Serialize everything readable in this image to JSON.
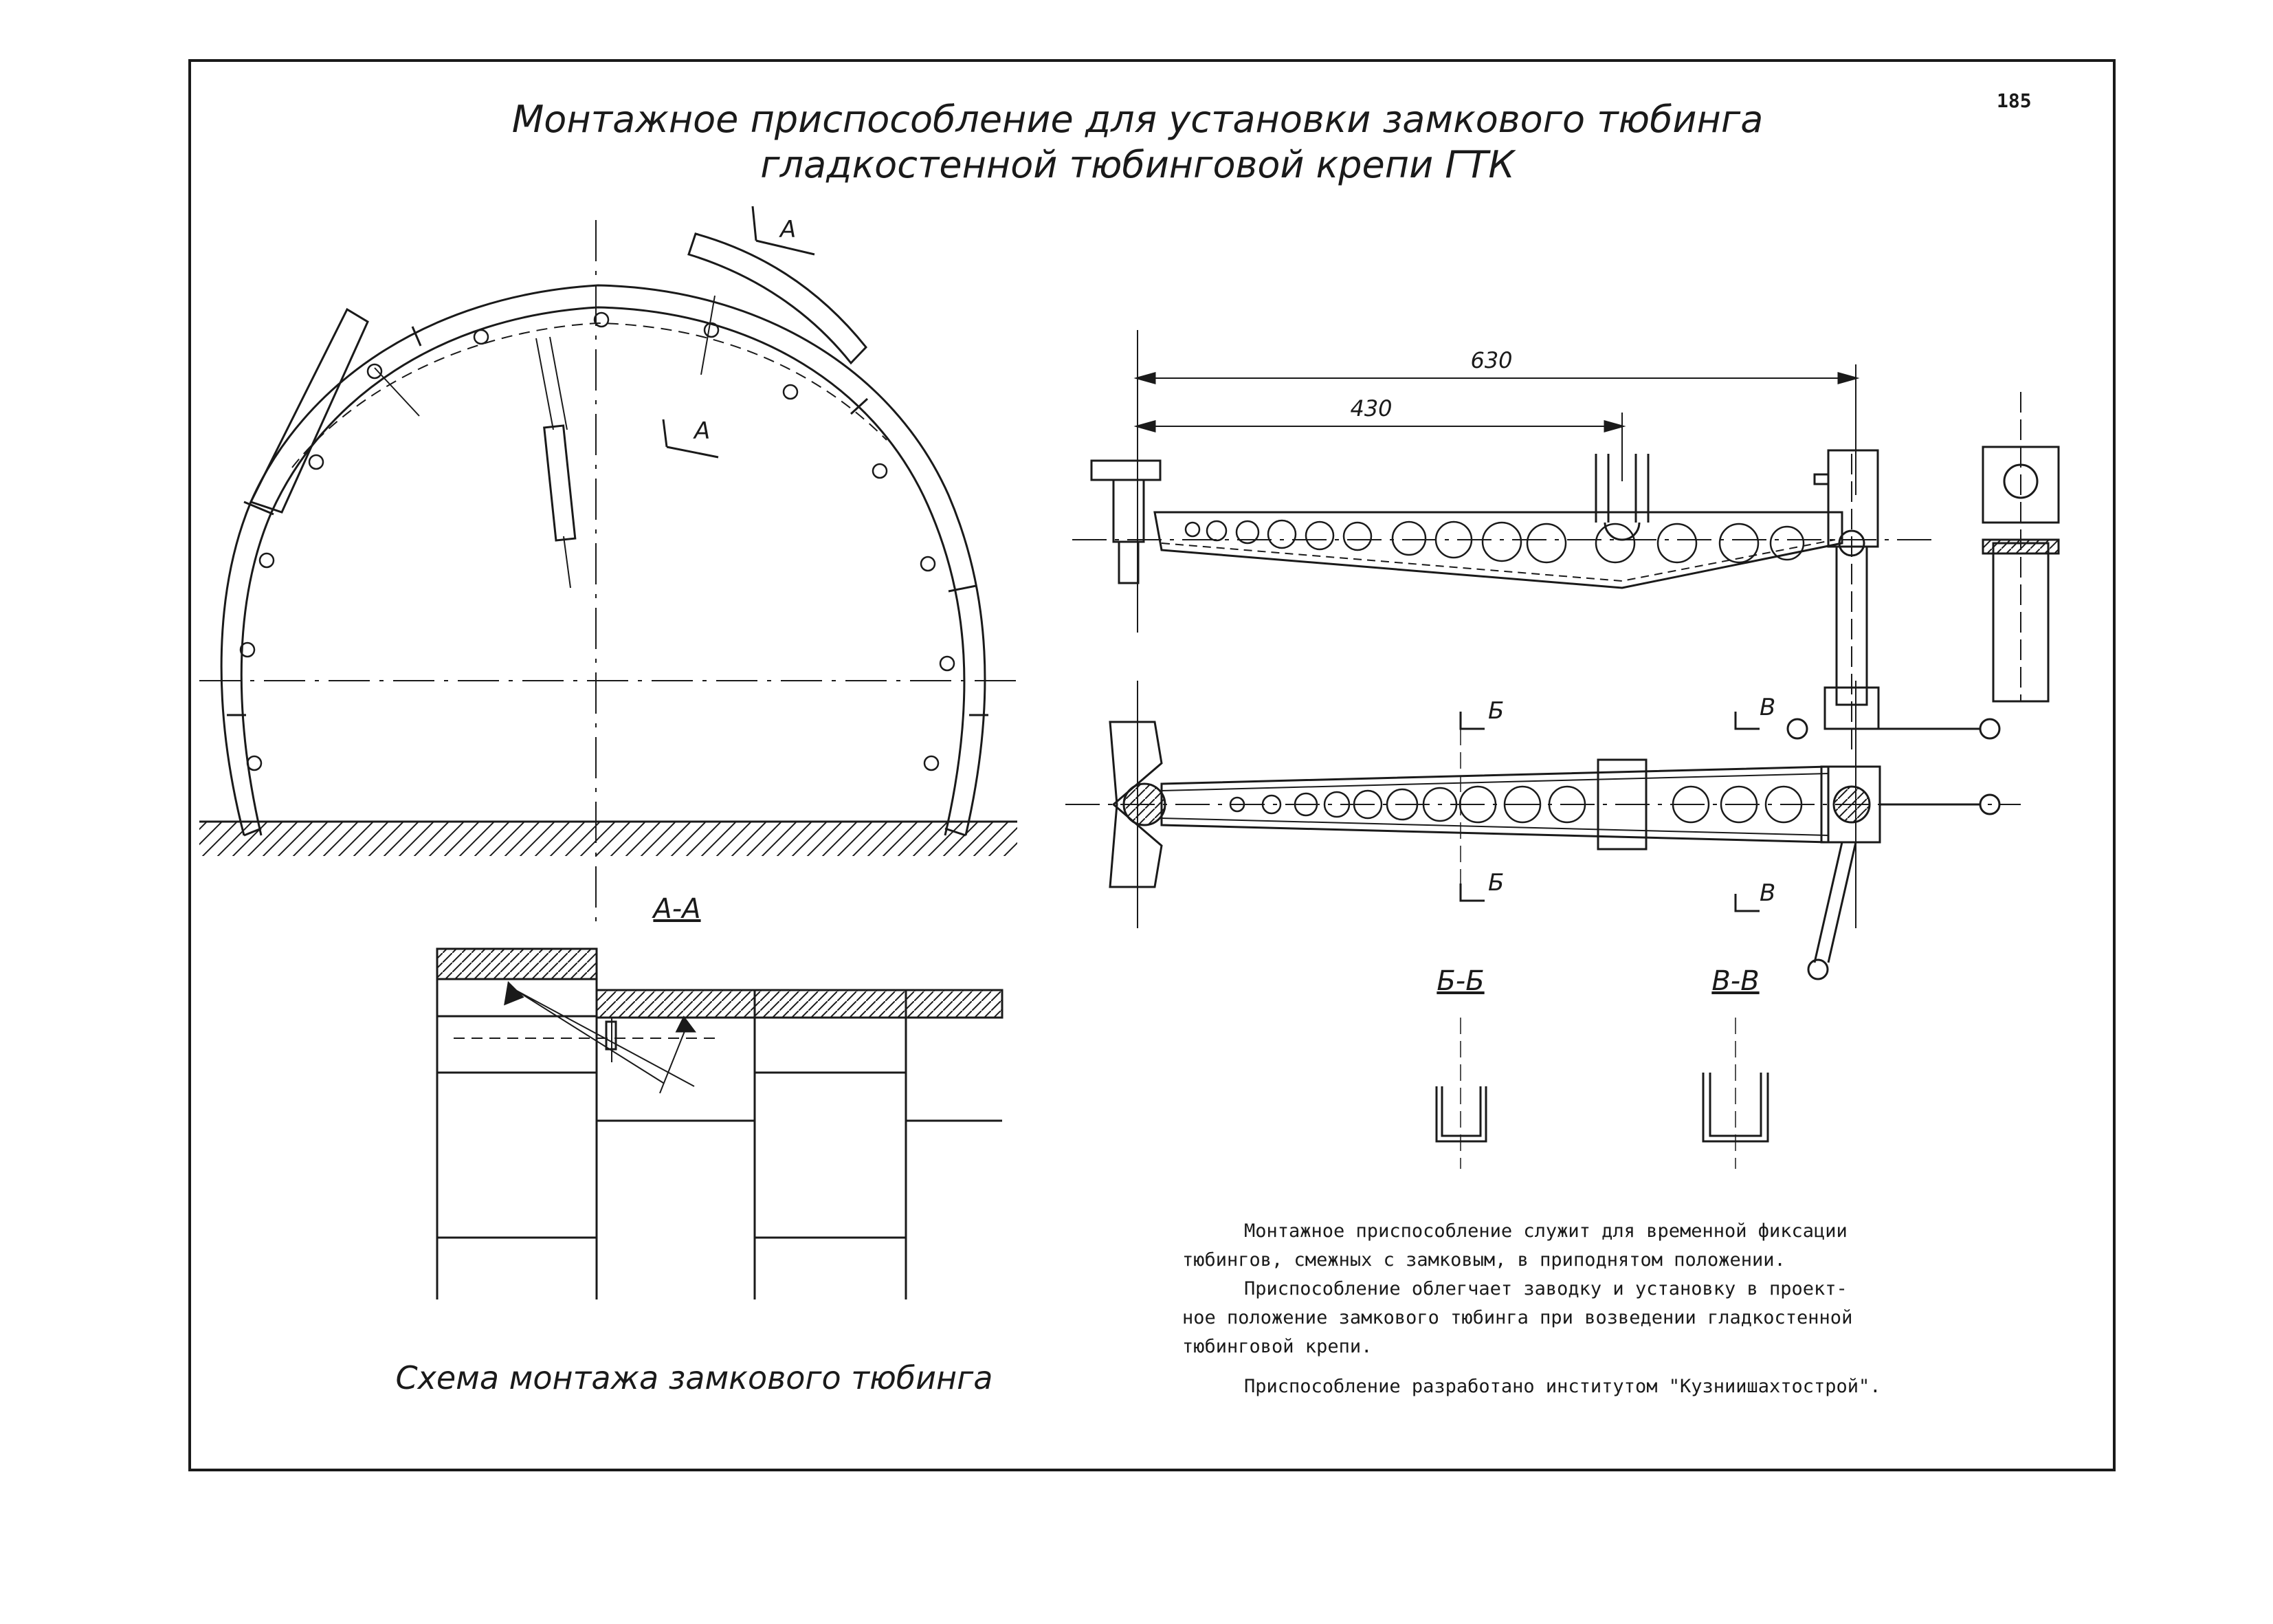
{
  "sheet": {
    "page_number": "185",
    "title_line1": "Монтажное приспособление для установки замкового тюбинга",
    "title_line2": "гладкостенной тюбинговой крепи ГТК"
  },
  "scheme": {
    "caption": "Схема монтажа замкового тюбинга",
    "section_mark": "А",
    "section_title": "А-А"
  },
  "device": {
    "dim_630": "630",
    "dim_430": "430",
    "mark_b": "Б",
    "mark_v": "В",
    "section_bb": "Б-Б",
    "section_vv": "В-В"
  },
  "notes": {
    "line1": "Монтажное приспособление служит для временной фиксации",
    "line2": "тюбингов, смежных с замковым, в приподнятом положении.",
    "line3": "Приспособление облегчает заводку и установку в проект-",
    "line4": "ное положение замкового тюбинга при возведении гладкостенной",
    "line5": "тюбинговой крепи.",
    "line6": "Приспособление разработано институтом \"Кузниишахтострой\"."
  },
  "colors": {
    "ink": "#1a1a1a",
    "paper": "#ffffff"
  }
}
